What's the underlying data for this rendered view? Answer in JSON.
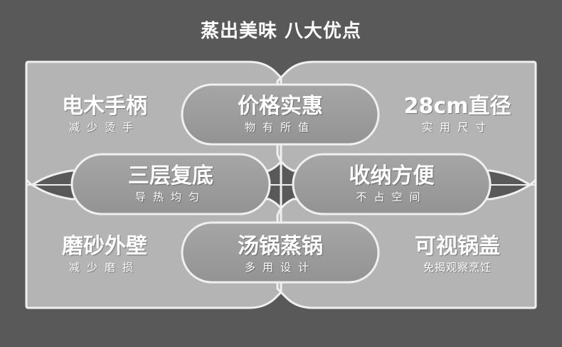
{
  "title": "蒸出美味 八大优点",
  "colors": {
    "background": "#595959",
    "panel": "#b4b4b4",
    "pill": "#9d9d9d",
    "outline": "#f0f0f0",
    "text": "#ffffff"
  },
  "features": [
    {
      "main": "电木手柄",
      "sub": "减少烫手"
    },
    {
      "main": "价格实惠",
      "sub": "物有所值"
    },
    {
      "main": "28cm直径",
      "sub": "实用尺寸"
    },
    {
      "main": "三层复底",
      "sub": "导热均匀"
    },
    {
      "main": "收纳方便",
      "sub": "不占空间"
    },
    {
      "main": "磨砂外壁",
      "sub": "减少磨损"
    },
    {
      "main": "汤锅蒸锅",
      "sub": "多用设计"
    },
    {
      "main": "可视锅盖",
      "sub": "免揭观察烹饪"
    }
  ]
}
